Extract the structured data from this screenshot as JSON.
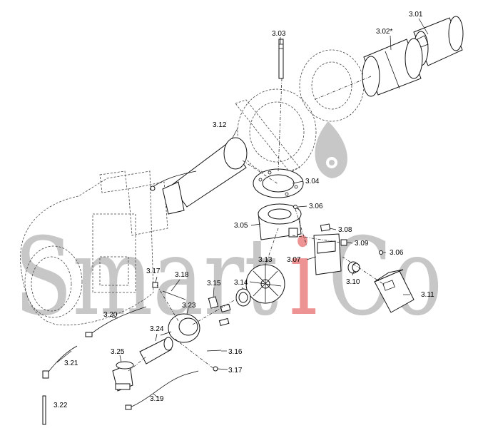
{
  "watermark": {
    "text_left": "Smart",
    "text_i": "i",
    "text_right": "Co",
    "accent_color": "#e03c3c",
    "letter_color": "#9b9b9b"
  },
  "parts": {
    "p301": "3.01",
    "p302": "3.02*",
    "p303": "3.03",
    "p304": "3.04",
    "p305": "3.05",
    "p306a": "3.06",
    "p306b": "3.06",
    "p307": "3.07",
    "p308": "3.08",
    "p309": "3.09",
    "p310": "3.10",
    "p311": "3.11",
    "p312": "3.12",
    "p313": "3.13",
    "p314": "3.14",
    "p315": "3.15",
    "p316": "3.16",
    "p317a": "3.17",
    "p317b": "3.17",
    "p318": "3.18",
    "p320": "3.20",
    "p321": "3.21",
    "p322": "3.22",
    "p323": "3.23",
    "p324": "3.24",
    "p325": "3.25",
    "p319": "3.19"
  }
}
